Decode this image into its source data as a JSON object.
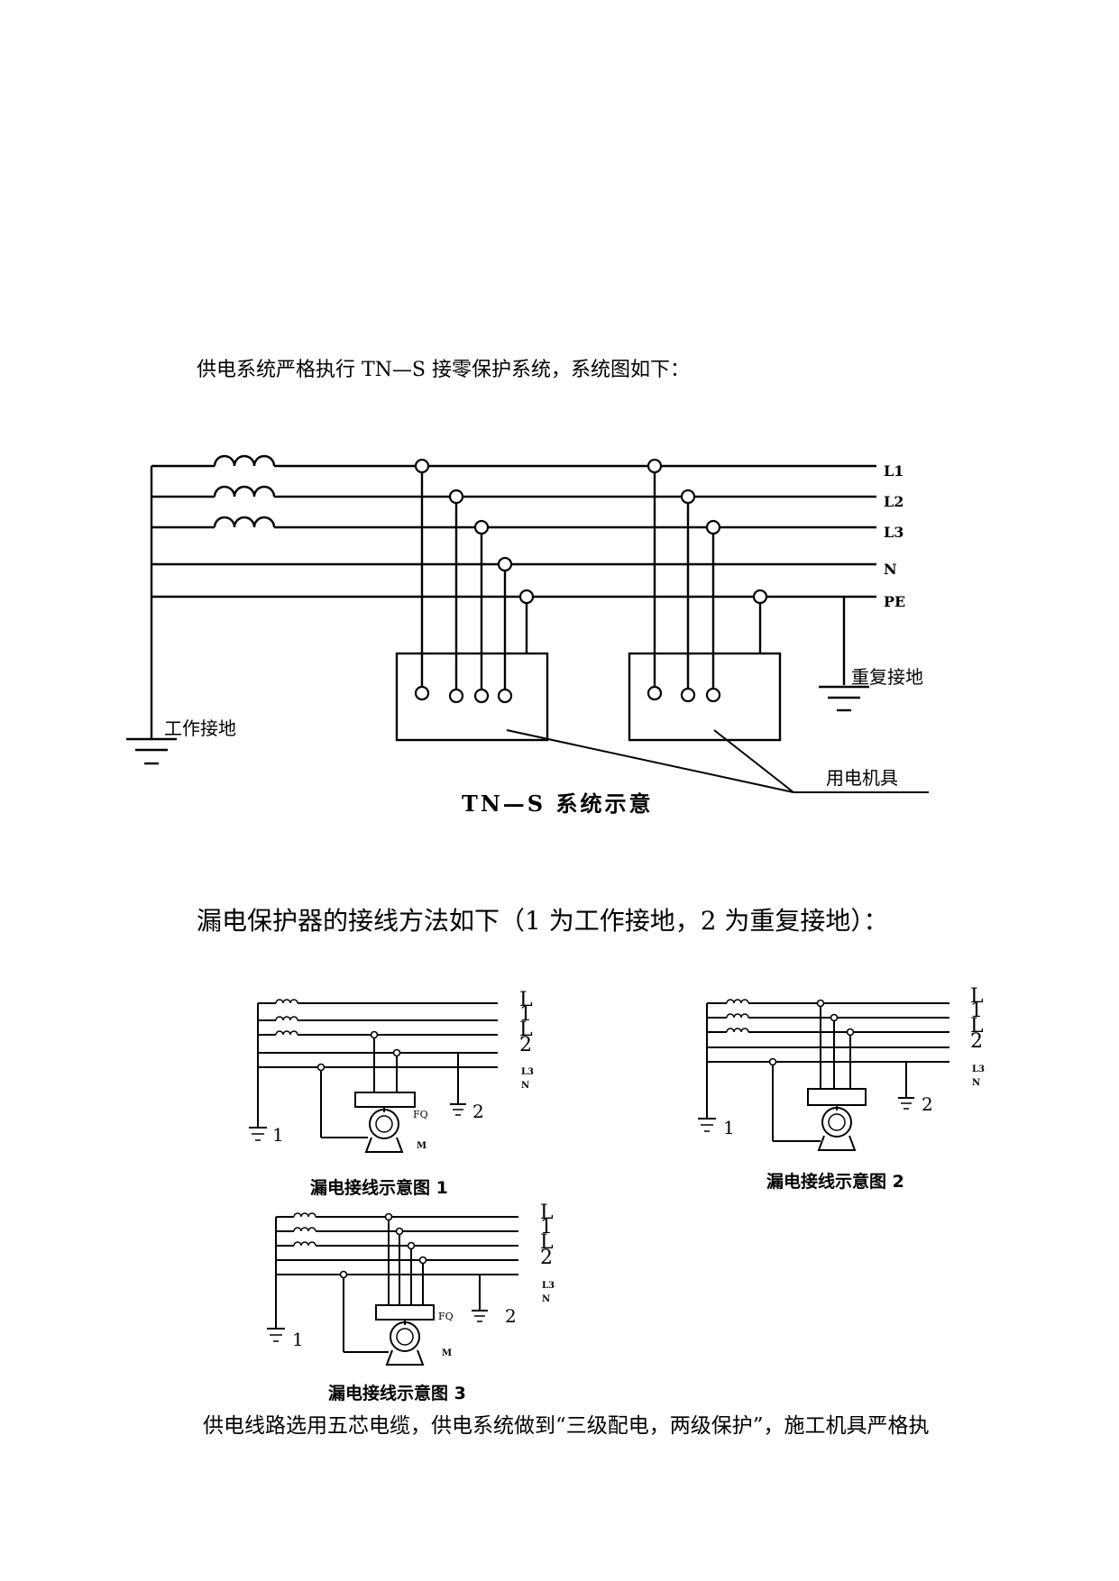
{
  "paragraphs": {
    "intro": "供电系统严格执行 TN—S 接零保护系统，系统图如下：",
    "rcd": "漏电保护器的接线方法如下（1 为工作接地，2 为重复接地）：",
    "cable": "供电线路选用五芯电缆，供电系统做到“三级配电，两级保护”，施工机具严格执"
  },
  "tns_diagram": {
    "lines": [
      "L1",
      "L2",
      "L3",
      "N",
      "PE"
    ],
    "work_ground": "工作接地",
    "repeat_ground": "重复接地",
    "equipment": "用电机具",
    "title": "TN—S 系统示意"
  },
  "wiring_diagrams": {
    "d1": {
      "caption": "漏电接线示意图 1",
      "right_labels": [
        "L",
        "1",
        "L",
        "2"
      ],
      "small_labels": [
        "L3",
        "N"
      ],
      "fq": "FQ",
      "motor": "M",
      "g1": "1",
      "g2": "2"
    },
    "d2": {
      "caption": "漏电接线示意图 2",
      "right_labels": [
        "L",
        "1",
        "L",
        "2"
      ],
      "small_labels": [
        "L3",
        "N"
      ],
      "g1": "1",
      "g2": "2"
    },
    "d3": {
      "caption": "漏电接线示意图 3",
      "right_labels": [
        "L",
        "1",
        "L",
        "2"
      ],
      "small_labels": [
        "L3",
        "N"
      ],
      "fq": "FQ",
      "motor": "M",
      "g1": "1",
      "g2": "2"
    }
  }
}
